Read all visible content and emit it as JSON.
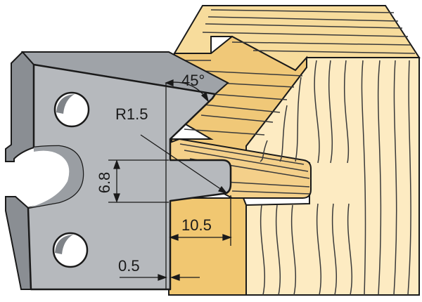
{
  "colors": {
    "steel_face": "#b6b9bd",
    "steel_dark": "#8a8e93",
    "steel_edge": "#6b6f74",
    "wood_light": "#fbe7ba",
    "wood_mid": "#f2cf86",
    "wood_dark": "#e6b45c",
    "grain": "#3a3a3a",
    "outline": "#1a1a1a"
  },
  "dimensions": {
    "angle": "45°",
    "radius": "R1.5",
    "height": "6.8",
    "depth": "10.5",
    "offset": "0.5"
  }
}
